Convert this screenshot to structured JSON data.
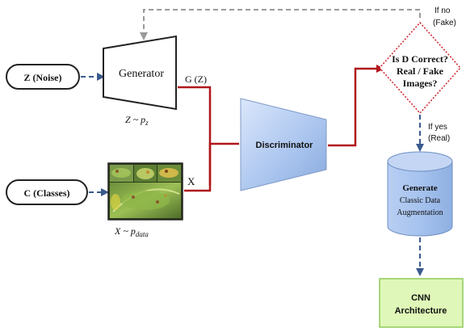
{
  "nodes": {
    "noise": "Z (Noise)",
    "classes": "C (Classes)",
    "generator": "Generator",
    "discriminator": "Discriminator",
    "decision_line1": "Is D Correct?",
    "decision_line2": "Real / Fake",
    "decision_line3": "Images?",
    "generate_title": "Generate",
    "generate_sub1": "Classic Data",
    "generate_sub2": "Augmentation",
    "cnn_line1": "CNN",
    "cnn_line2": "Architecture"
  },
  "labels": {
    "gz": "G (Z)",
    "x": "X",
    "z_dist_main": "Z ~ p",
    "z_dist_sub": "z",
    "x_dist_main": "X ~ p",
    "x_dist_sub": "data",
    "if_no_1": "If no",
    "if_no_2": "(Fake)",
    "if_yes_1": "If yes",
    "if_yes_2": "(Real)"
  },
  "colors": {
    "dashed_arrow": "#3a5a8c",
    "feedback_dashed": "#9a9a9a",
    "red_line": "#b0161b",
    "diamond_border": "#d0212a",
    "blue_fill": "#a9c4ee",
    "cnn_fill": "#dff7b8",
    "cnn_border": "#8fca5a"
  }
}
